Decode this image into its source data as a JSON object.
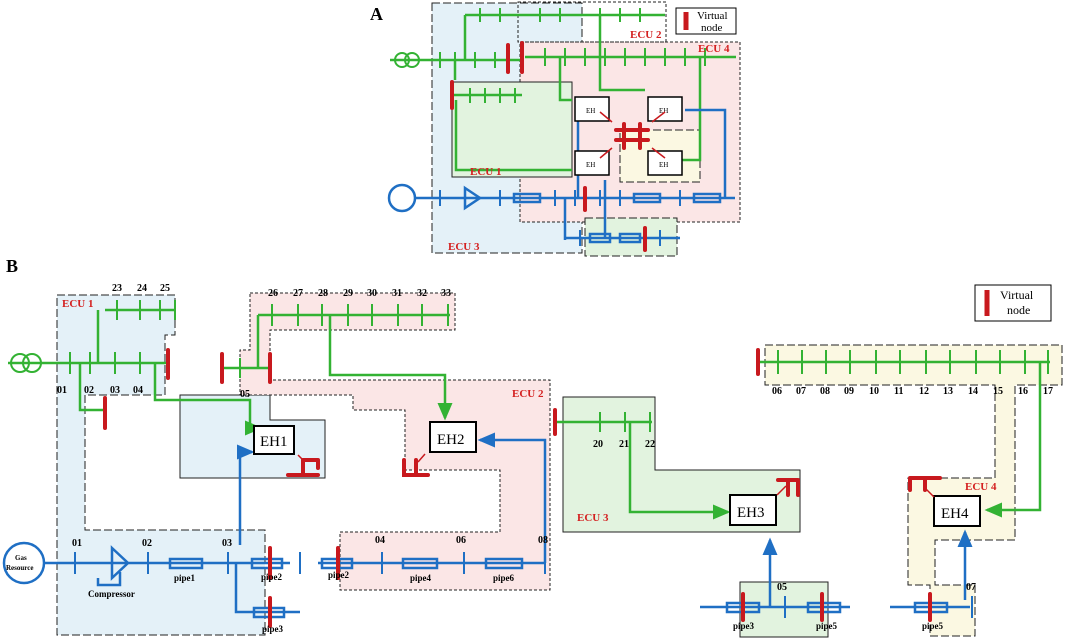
{
  "colors": {
    "power": "#33b233",
    "gas": "#1f6fc4",
    "virtual": "#c8191e",
    "ecu_label": "#d42020",
    "zone_blue": "#e4f1f8",
    "zone_pink": "#fbe6e6",
    "zone_green": "#e2f3df",
    "zone_yellow": "#fbf8e2"
  },
  "panel_a": {
    "letter": "A",
    "legend": {
      "line1": "Virtual",
      "line2": "node"
    },
    "ecus": {
      "ecu1": "ECU 1",
      "ecu2": "ECU 2",
      "ecu3": "ECU 3",
      "ecu4": "ECU 4"
    },
    "eh_labels": [
      "EH",
      "EH",
      "EH",
      "EH"
    ]
  },
  "panel_b": {
    "letter": "B",
    "legend": {
      "line1": "Virtual",
      "line2": "node"
    },
    "ecus": {
      "ecu1": "ECU 1",
      "ecu2": "ECU 2",
      "ecu3": "ECU 3",
      "ecu4": "ECU 4"
    },
    "eh": {
      "eh1": "EH1",
      "eh2": "EH2",
      "eh3": "EH3",
      "eh4": "EH4"
    },
    "gas_source": {
      "line1": "Gas",
      "line2": "Resource"
    },
    "compressor": "Compressor",
    "bus_top": [
      "23",
      "24",
      "25"
    ],
    "bus_upper": [
      "26",
      "27",
      "28",
      "29",
      "30",
      "31",
      "32",
      "33"
    ],
    "bus_main": [
      "01",
      "02",
      "03",
      "04",
      "05"
    ],
    "bus_ecu3": [
      "20",
      "21",
      "22"
    ],
    "bus_right": [
      "06",
      "07",
      "08",
      "09",
      "10",
      "11",
      "12",
      "13",
      "14",
      "15",
      "16",
      "17"
    ],
    "gas_nodes": {
      "n01": "01",
      "n02": "02",
      "n03": "03",
      "n04": "04",
      "n06": "06",
      "n08": "08",
      "n05": "05",
      "n07": "07"
    },
    "pipes": {
      "pipe1": "pipe1",
      "pipe2a": "pipe2",
      "pipe2b": "pipe2",
      "pipe4": "pipe4",
      "pipe6": "pipe6",
      "pipe3a": "pipe3",
      "pipe3b": "pipe3",
      "pipe5a": "pipe5",
      "pipe5b": "pipe5"
    }
  }
}
